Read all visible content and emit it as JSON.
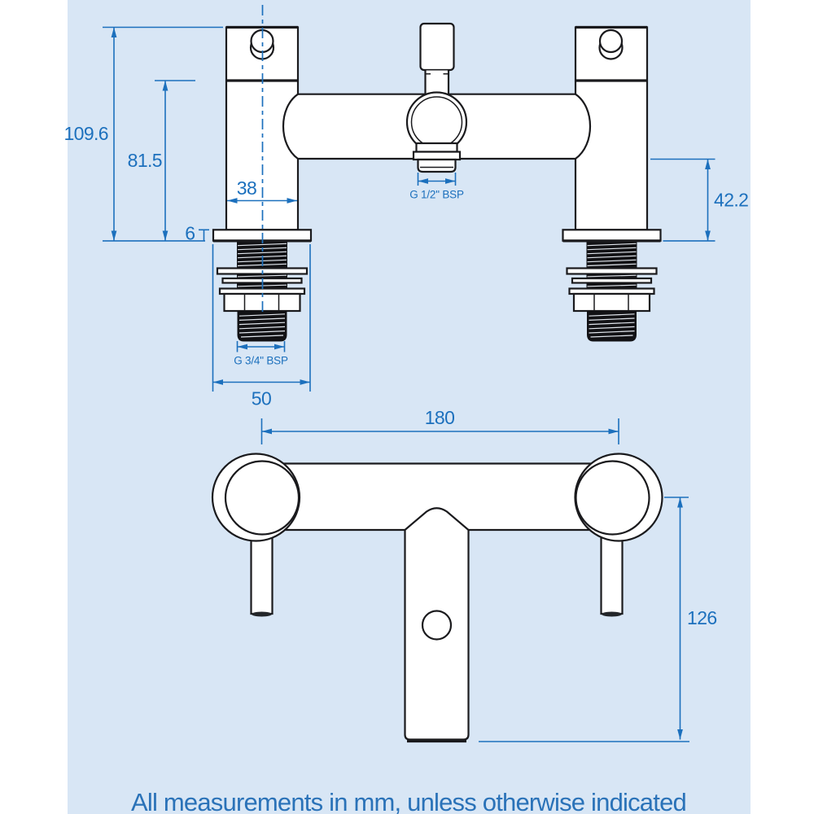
{
  "colors": {
    "panel_background": "#d8e6f5",
    "dimension_blue": "#1c70bd",
    "drawing_line": "#1a1a1d",
    "footer_blue": "#2a72b8"
  },
  "front_view": {
    "dims": {
      "total_height": "109.6",
      "body_height": "81.5",
      "pillar_width": "38",
      "deck_thickness": "6",
      "tail_height": "42.2",
      "shower_outlet_thread": "G 1/2\" BSP",
      "inlet_thread": "G 3/4\" BSP",
      "base_width": "50"
    }
  },
  "plan_view": {
    "dims": {
      "hole_centres": "180",
      "projection": "126"
    }
  },
  "footer": {
    "note": "All measurements in mm, unless otherwise indicated"
  }
}
